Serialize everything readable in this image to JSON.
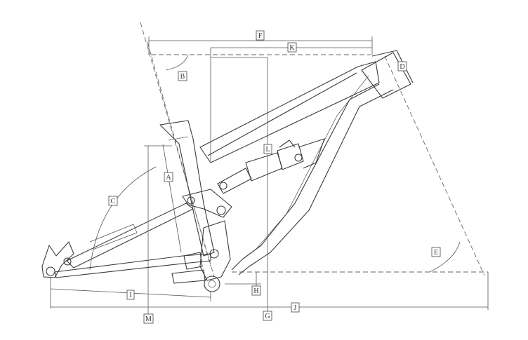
{
  "labels": {
    "A": "A",
    "B": "B",
    "C": "C",
    "D": "D",
    "E": "E",
    "F": "F",
    "G": "G",
    "H": "H",
    "I": "I",
    "J": "J",
    "K": "K",
    "L": "L",
    "M": "M"
  }
}
